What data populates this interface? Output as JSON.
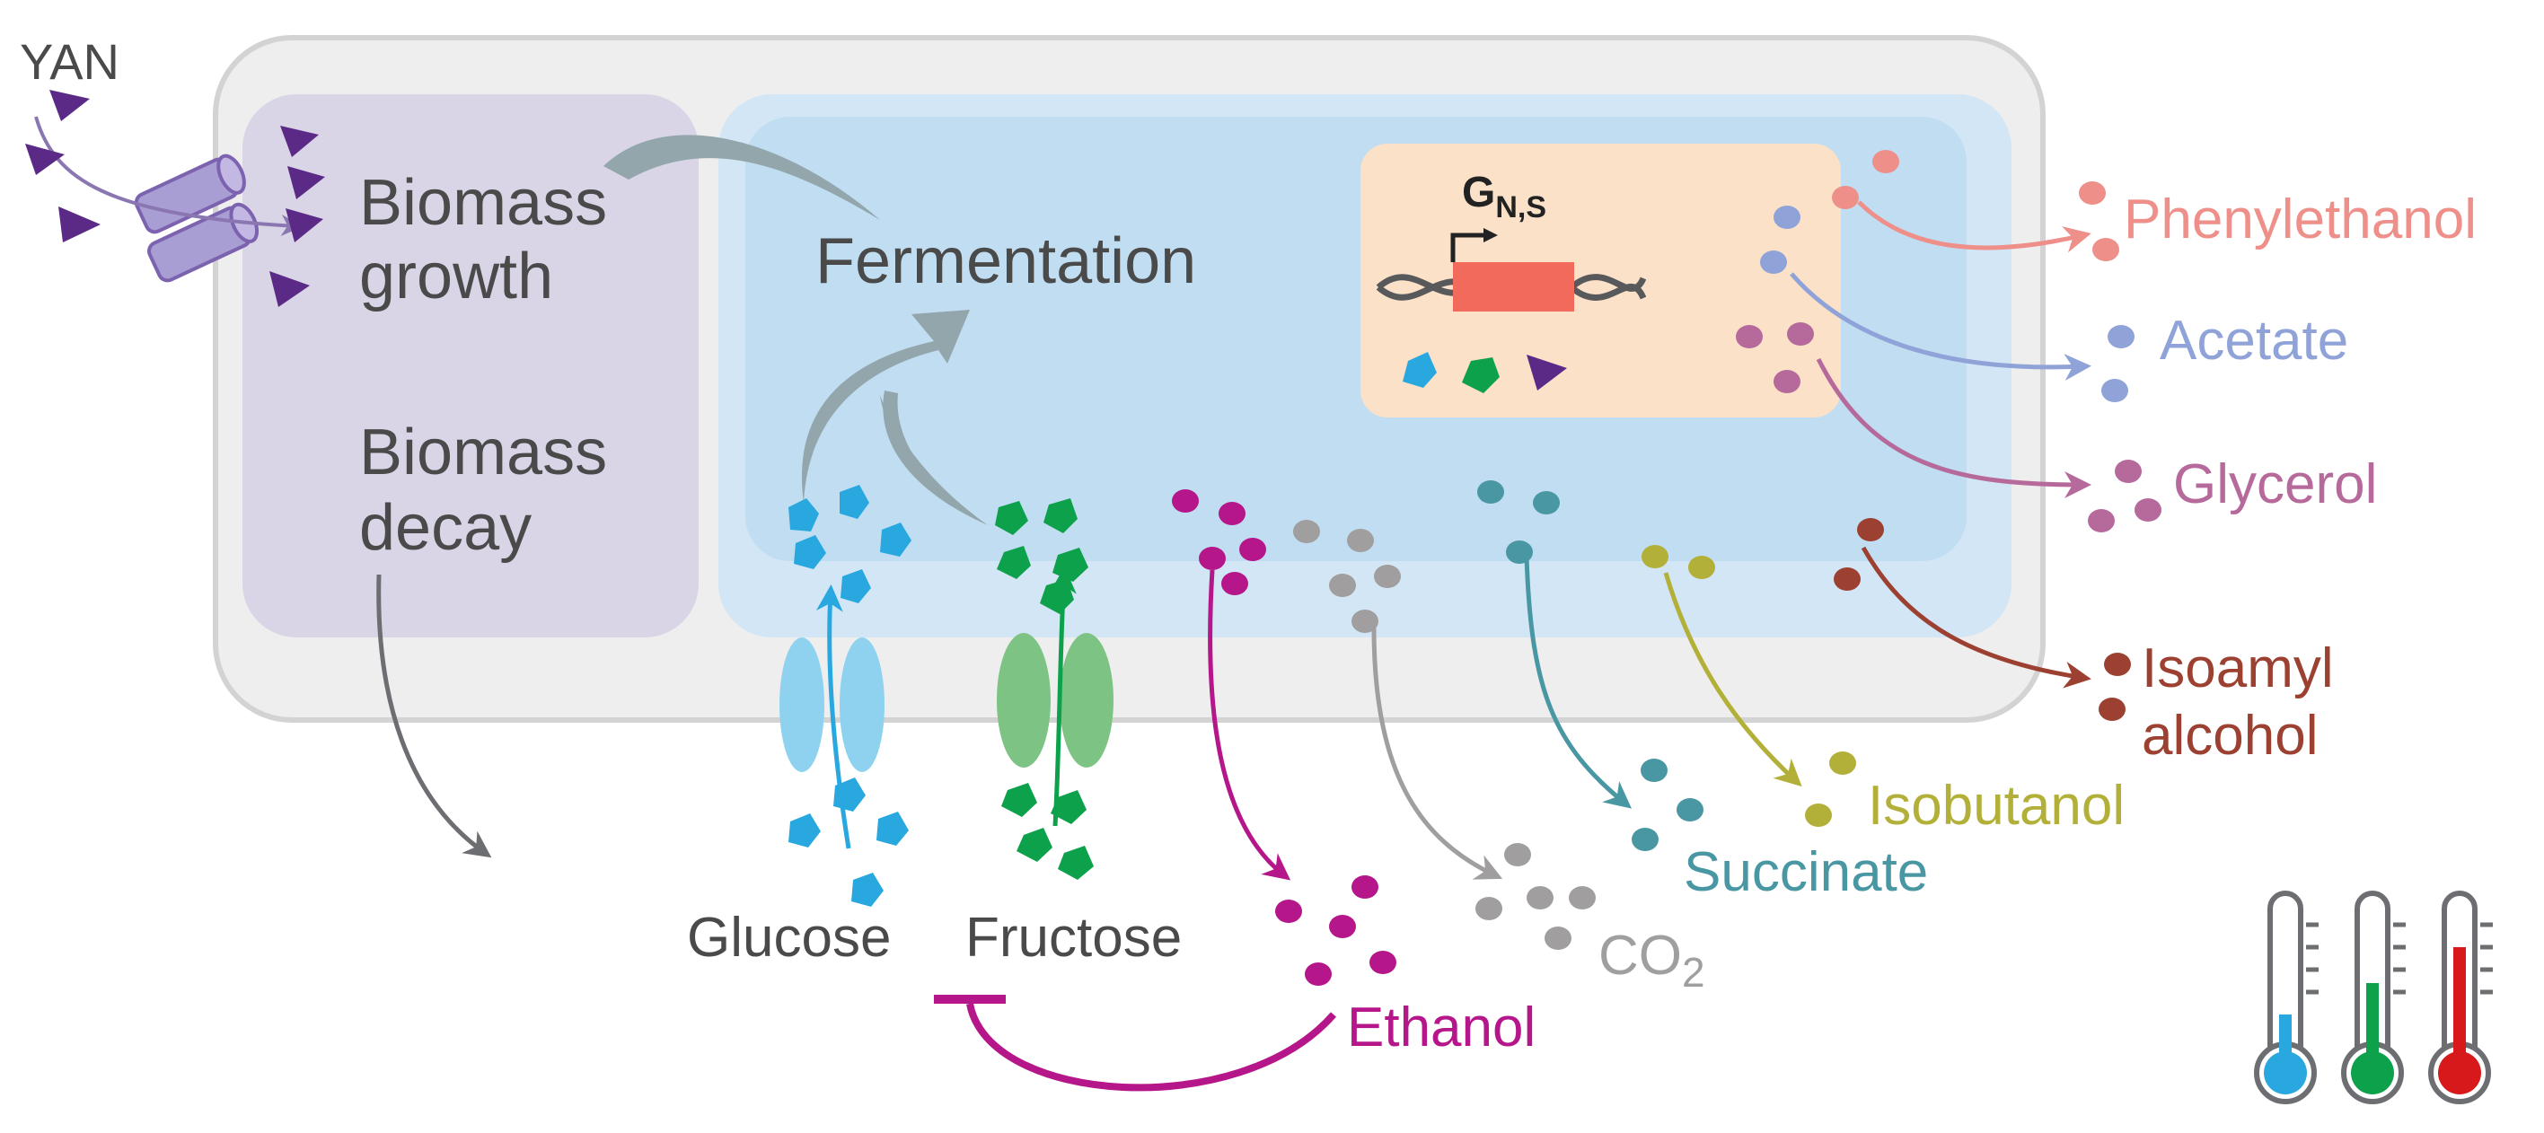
{
  "labels": {
    "yan": "YAN",
    "biomass_growth_line1": "Biomass",
    "biomass_growth_line2": "growth",
    "biomass_decay_line1": "Biomass",
    "biomass_decay_line2": "decay",
    "fermentation": "Fermentation",
    "gene_main": "G",
    "gene_sub": "N,S",
    "glucose": "Glucose",
    "fructose": "Fructose",
    "ethanol": "Ethanol",
    "co2_main": "CO",
    "co2_sub": "2",
    "succinate": "Succinate",
    "isobutanol": "Isobutanol",
    "isoamyl_line1": "Isoamyl",
    "isoamyl_line2": "alcohol",
    "glycerol": "Glycerol",
    "acetate": "Acetate",
    "phenylethanol": "Phenylethanol"
  },
  "colors": {
    "yan": "#5b2a86",
    "glucose": "#29a8e0",
    "fructose": "#0da14b",
    "ethanol": "#b5168a",
    "co2": "#a09e9e",
    "succinate": "#4a97a4",
    "isobutanol": "#b3b039",
    "isoamyl": "#9c4131",
    "glycerol": "#b66a9c",
    "acetate": "#8fa3d8",
    "phenylethanol": "#ee8f8a",
    "gene": "#f26a5c",
    "thermo_cold": "#29a8e0",
    "thermo_mid": "#0da14b",
    "thermo_hot": "#d7191c"
  },
  "icons": [
    "transporter-icon",
    "gene-promoter-icon",
    "thermometer-icon"
  ]
}
